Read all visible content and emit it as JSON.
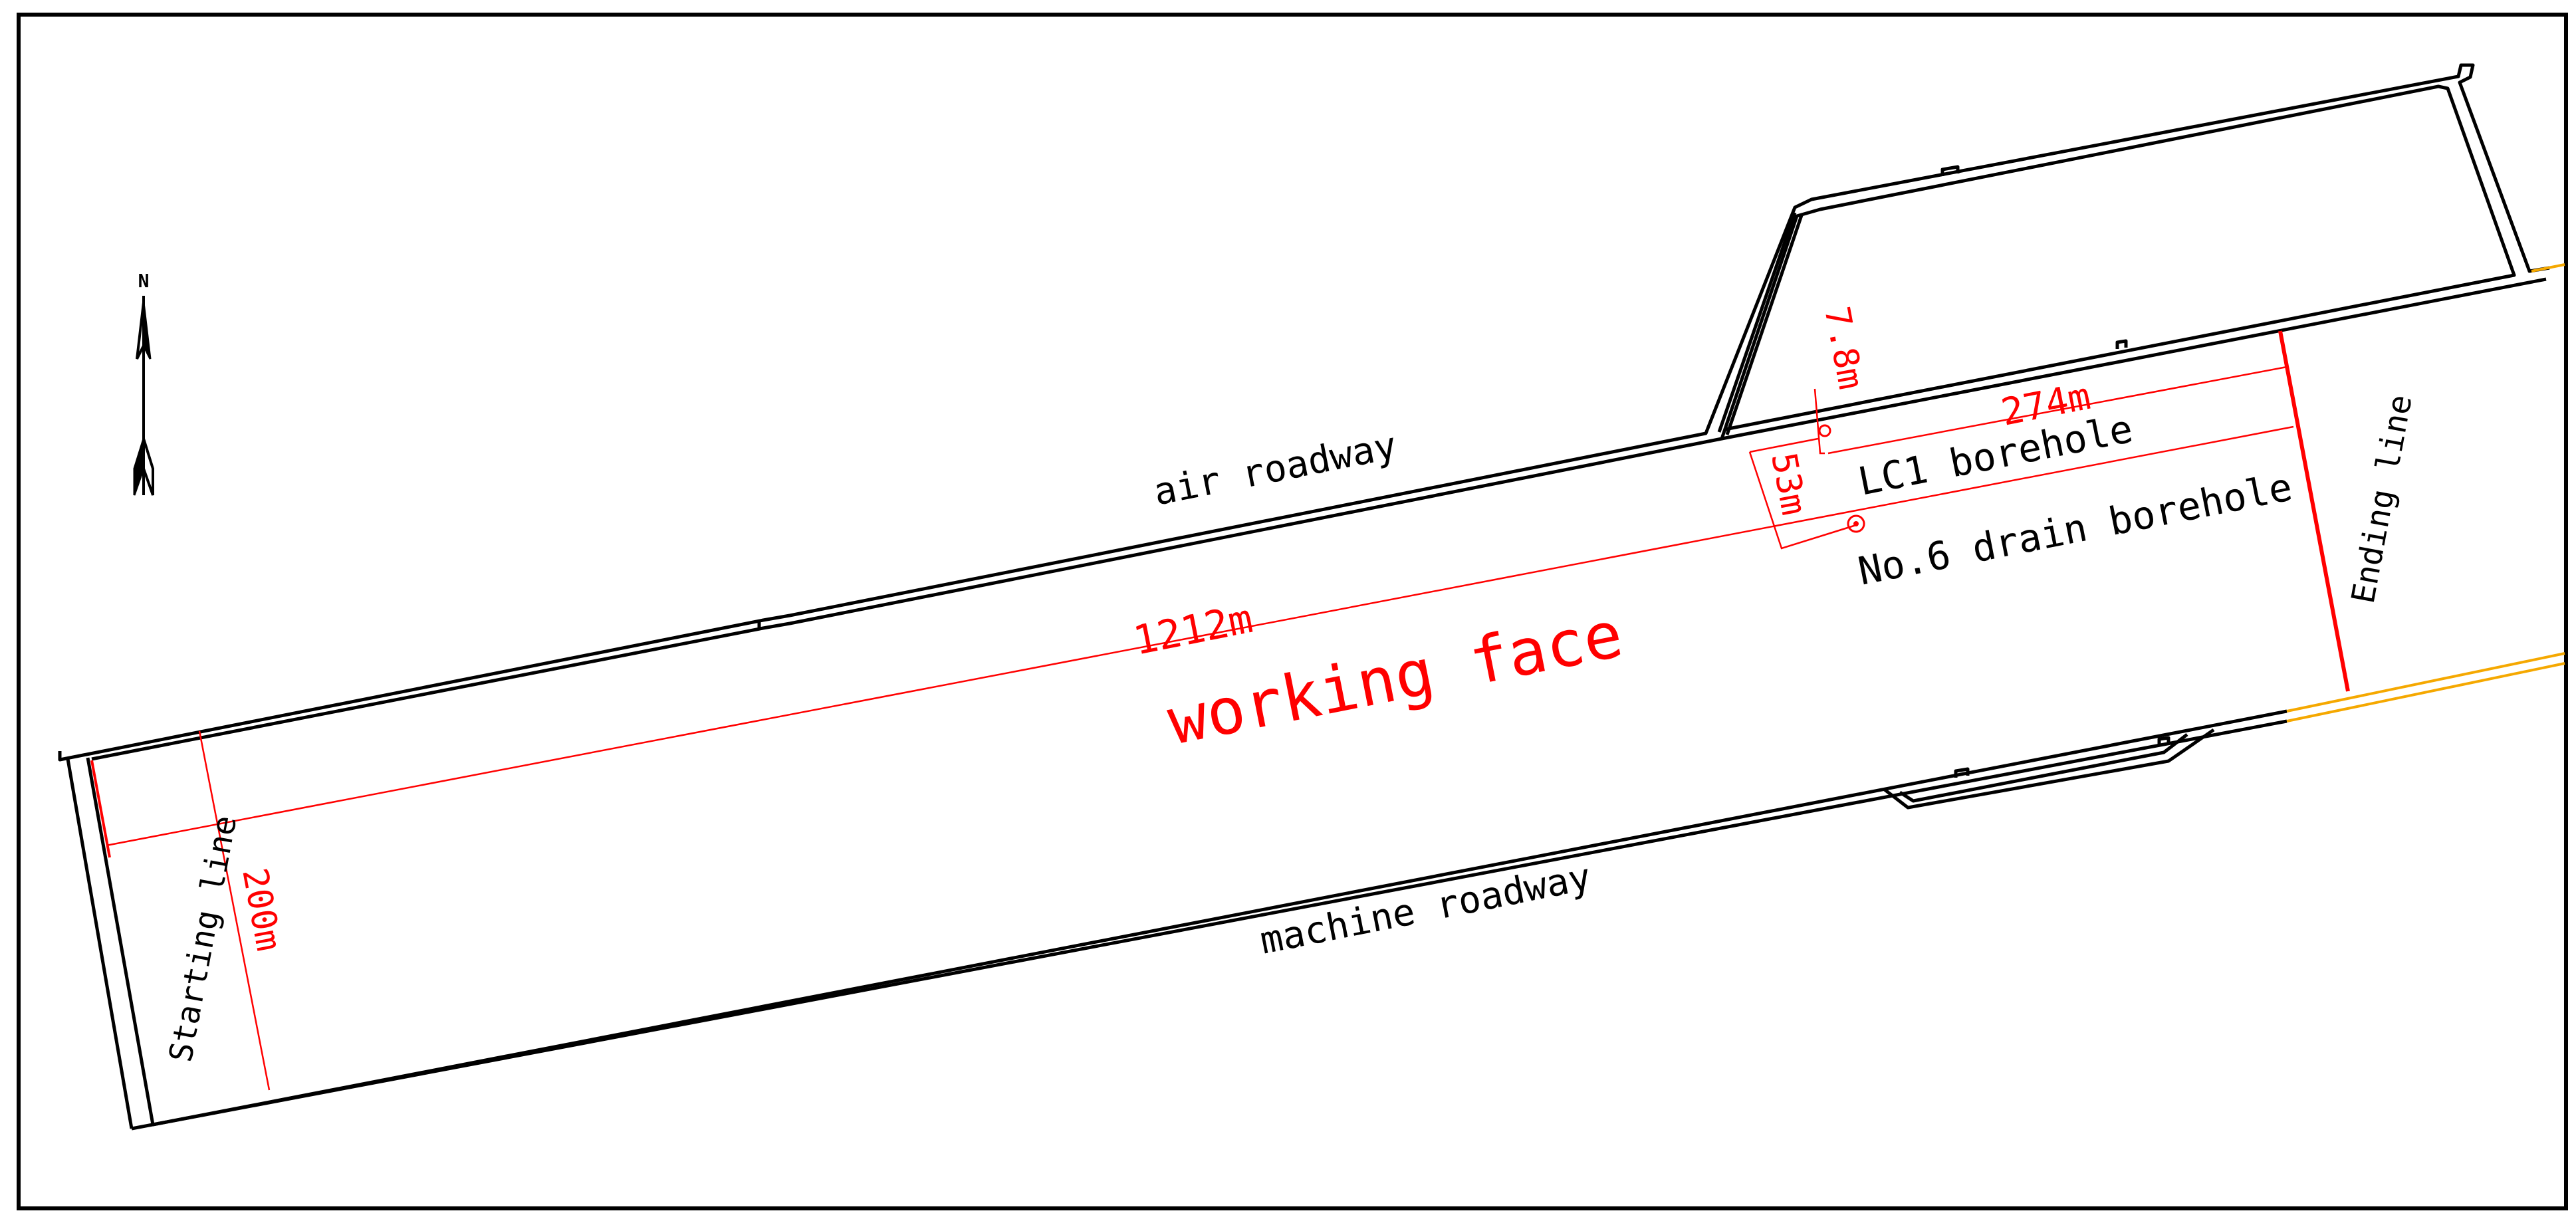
{
  "north_label": "N",
  "labels": {
    "air_roadway": "air roadway",
    "machine_roadway": "machine roadway",
    "working_face": "working face",
    "starting_line": "Starting line",
    "ending_line": "Ending line",
    "lc1_borehole": "LC1 borehole",
    "drain_borehole": "No.6 drain borehole"
  },
  "dimensions": {
    "length": "1212m",
    "width": "200m",
    "to_ending_line": "274m",
    "lc1_offset": "7.8m",
    "drain_offset": "53m"
  },
  "colors": {
    "outline": "#000000",
    "dimension": "#ff0000",
    "extension": "#f5a800",
    "background": "#ffffff"
  },
  "icons": {
    "north_arrow": "north-arrow-icon",
    "borehole_marker": "borehole-circle-icon"
  }
}
